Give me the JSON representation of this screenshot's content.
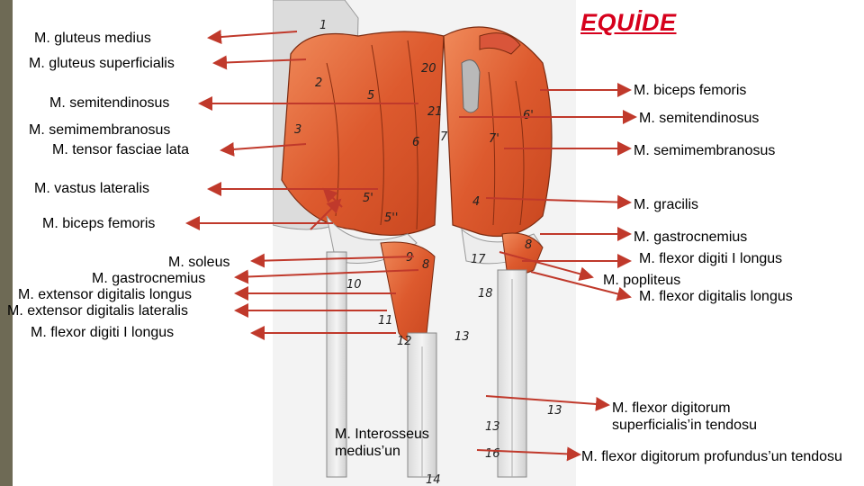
{
  "title": "EQUİDE",
  "left_labels": [
    "M. gluteus medius",
    "M. gluteus superficialis",
    "M. semitendinosus",
    "M. semimembranosus",
    "M. tensor fasciae lata",
    "M. vastus lateralis",
    "M. biceps femoris",
    "M. soleus",
    "M. gastrocnemius",
    "M. extensor digitalis longus",
    "M. extensor digitalis lateralis",
    "M. flexor digiti I longus"
  ],
  "right_labels": [
    "M. biceps femoris",
    "M. semitendinosus",
    "M. semimembranosus",
    "M. gracilis",
    "M. gastrocnemius",
    "M. flexor digiti I longus",
    "M. popliteus",
    "M. flexor digitalis longus",
    "M. flexor digitorum superficialis’in tendosu",
    "M. flexor digitorum profundus’un tendosu"
  ],
  "bottom_label": "M. Interosseus medius’un",
  "figure_numbers": [
    "1",
    "20",
    "2",
    "5",
    "21",
    "3",
    "6",
    "7",
    "7'",
    "6'",
    "5'",
    "5''",
    "4",
    "9",
    "8",
    "8",
    "17",
    "10",
    "18",
    "11",
    "12",
    "13",
    "13",
    "13",
    "16",
    "14"
  ],
  "colors": {
    "title": "#d6001c",
    "arrow": "#c0392b",
    "muscle": "#e0643a",
    "sidebar": "#6e6a55"
  }
}
